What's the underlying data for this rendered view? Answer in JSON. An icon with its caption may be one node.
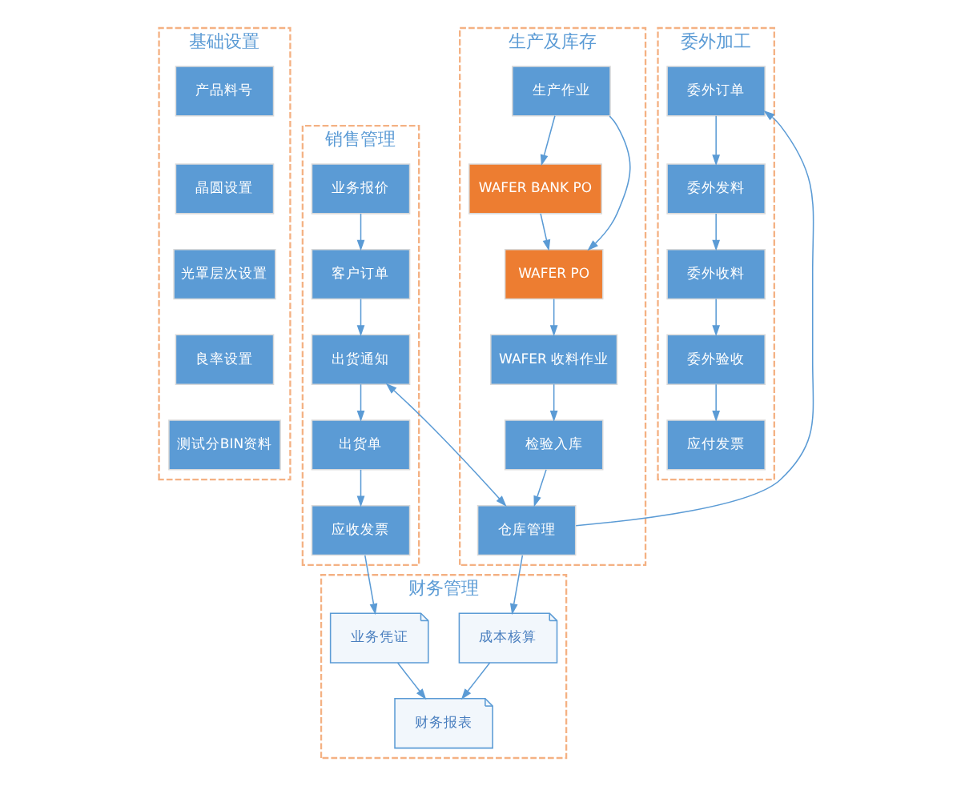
{
  "diagram": {
    "nodes": [
      {
        "text": [
          "基础设置"
        ]
      },
      {
        "text": [
          "产品料号"
        ],
        "in": 0
      },
      {
        "text": [
          "晶圆设置"
        ],
        "in": 0
      },
      {
        "text": [
          "光罩层次设置"
        ],
        "in": 0
      },
      {
        "text": [
          "良率设置"
        ],
        "in": 0
      },
      {
        "text": [
          "测试分BIN资料"
        ],
        "in": 0
      },
      {
        "text": [
          "销售管理"
        ]
      },
      {
        "text": [
          "业务报价"
        ],
        "in": 6
      },
      {
        "text": [
          "客户订单"
        ],
        "in": 6
      },
      {
        "text": [
          "出货通知"
        ],
        "in": 6
      },
      {
        "text": [
          "出货单"
        ],
        "in": 6
      },
      {
        "text": [
          "应收发票"
        ],
        "in": 6
      },
      {
        "text": [
          "生产及库存"
        ]
      },
      {
        "text": [
          "生产作业"
        ],
        "in": 12
      },
      {
        "text": [
          "WAFER BANK PO"
        ],
        "in": 12
      },
      {
        "text": [
          "WAFER PO"
        ],
        "in": 12
      },
      {
        "text": [
          "WAFER 收料作业"
        ],
        "in": 12
      },
      {
        "text": [
          "检验入库"
        ],
        "in": 12
      },
      {
        "text": [
          "仓库管理"
        ],
        "in": 12
      },
      {
        "text": [
          "委外加工"
        ]
      },
      {
        "text": [
          "委外订单"
        ],
        "in": 19
      },
      {
        "text": [
          "委外发料"
        ],
        "in": 19
      },
      {
        "text": [
          "委外收料"
        ],
        "in": 19
      },
      {
        "text": [
          "委外验收"
        ],
        "in": 19
      },
      {
        "text": [
          "应付发票"
        ],
        "in": 19
      },
      {
        "text": [
          "财务管理"
        ]
      },
      {
        "text": [
          "业务凭证"
        ],
        "in": 25
      },
      {
        "text": [
          "财务报表"
        ],
        "in": 25
      },
      {
        "text": [
          "成本核算"
        ],
        "in": 25
      }
    ],
    "edges": [
      {
        "from": 7,
        "to": 8,
        "arrow": "to"
      },
      {
        "from": 8,
        "to": 9,
        "arrow": "to"
      },
      {
        "from": 9,
        "to": 10,
        "arrow": "to"
      },
      {
        "from": 10,
        "to": 11,
        "arrow": "to"
      },
      {
        "from": 11,
        "to": 26,
        "arrow": "to"
      },
      {
        "from": 13,
        "to": 14,
        "arrow": "to"
      },
      {
        "from": 13,
        "to": 15,
        "arrow": "to"
      },
      {
        "from": 14,
        "to": 15,
        "arrow": "to"
      },
      {
        "from": 15,
        "to": 16,
        "arrow": "to"
      },
      {
        "from": 16,
        "to": 17,
        "arrow": "to"
      },
      {
        "from": 17,
        "to": 18,
        "arrow": "to"
      },
      {
        "from": 18,
        "to": 9,
        "arrow": "both"
      },
      {
        "from": 18,
        "to": 20,
        "arrow": "to"
      },
      {
        "from": 20,
        "to": 21,
        "arrow": "to"
      },
      {
        "from": 21,
        "to": 22,
        "arrow": "to"
      },
      {
        "from": 22,
        "to": 23,
        "arrow": "to"
      },
      {
        "from": 23,
        "to": 24,
        "arrow": "to"
      },
      {
        "from": 18,
        "to": 28,
        "arrow": "to"
      },
      {
        "from": 26,
        "to": 27,
        "arrow": "to"
      },
      {
        "from": 28,
        "to": 27,
        "arrow": "to"
      }
    ]
  }
}
